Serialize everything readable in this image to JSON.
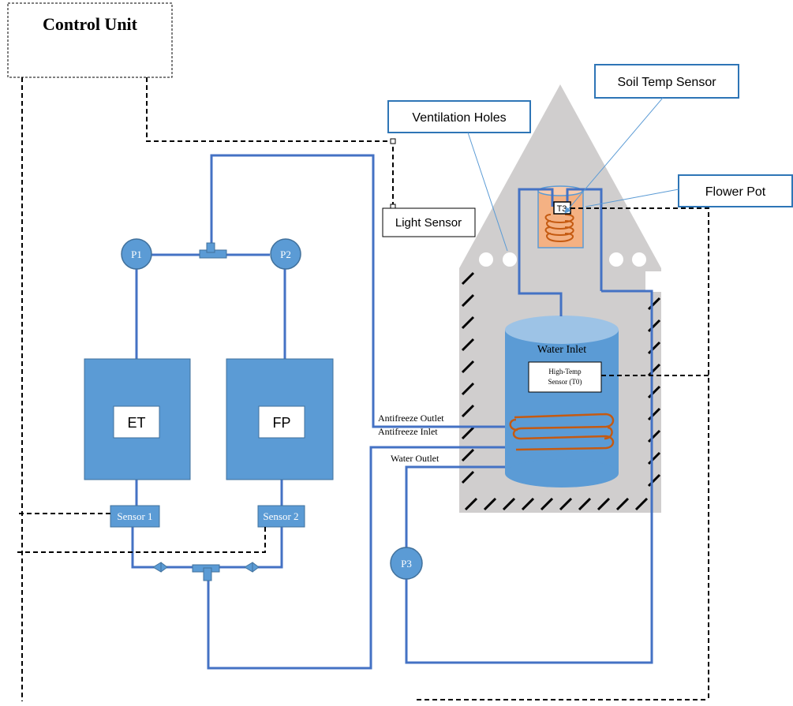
{
  "labels": {
    "control_unit": "Control Unit",
    "light_sensor": "Light Sensor",
    "ventilation_holes": "Ventilation Holes",
    "soil_temp_sensor": "Soil Temp Sensor",
    "flower_pot": "Flower Pot",
    "t3": "T3",
    "water_inlet": "Water Inlet",
    "high_temp_line1": "High-Temp",
    "high_temp_line2": "Sensor (T0)",
    "antifreeze_outlet": "Antifreeze Outlet",
    "antifreeze_inlet": "Antifreeze Inlet",
    "water_outlet": "Water Outlet",
    "pump1": "P1",
    "pump2": "P2",
    "pump3": "P3",
    "tank_et": "ET",
    "tank_fp": "FP",
    "sensor1": "Sensor 1",
    "sensor2": "Sensor 2"
  },
  "colors": {
    "pipe": "#4472C4",
    "component_fill": "#5B9BD5",
    "component_stroke": "#41719C",
    "enclosure_fill": "#D0CECE",
    "coil": "#C55A11",
    "pot_fill": "#F4B183",
    "callout_border": "#2E75B6",
    "signal_line": "#000000"
  }
}
